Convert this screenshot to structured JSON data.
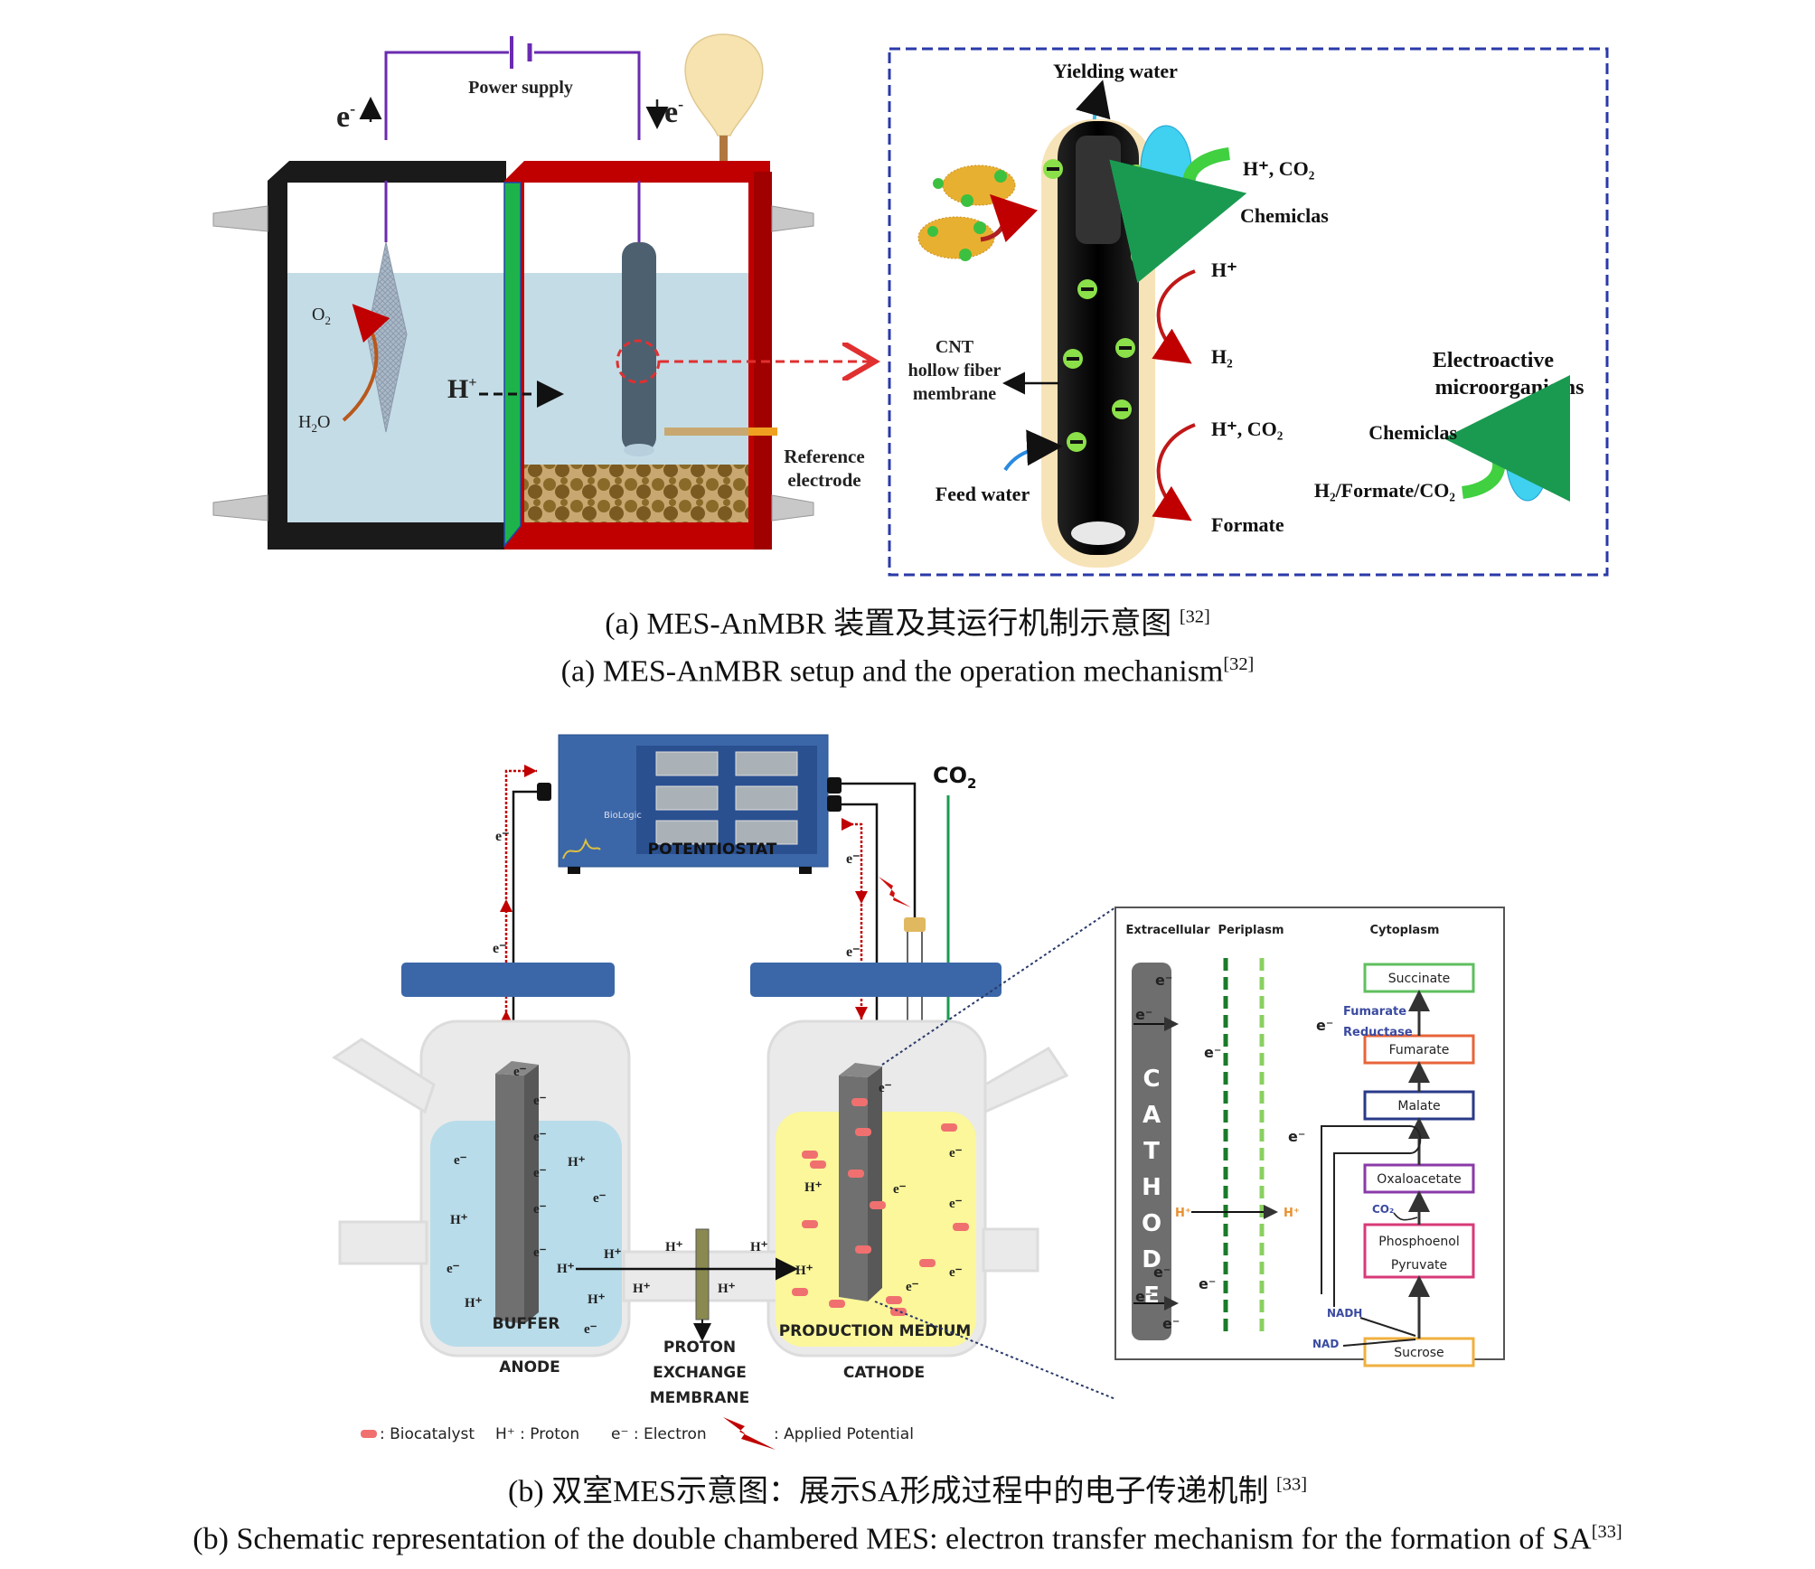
{
  "panel_a": {
    "setup": {
      "power_supply": "Power supply",
      "e_up": "e",
      "e_down": "e",
      "o2": "O",
      "o2_sub": "2",
      "h2o": "H",
      "h2o_sub": "2",
      "h2o_tail": "O",
      "h_plus": "H",
      "reference_electrode_1": "Reference",
      "reference_electrode_2": "electrode"
    },
    "mechanism": {
      "yielding_water": "Yielding water",
      "h_co2_top": "H⁺, CO₂",
      "chemiclas_top": "Chemiclas",
      "h_plus": "H⁺",
      "h2": "H₂",
      "cnt_1": "CNT",
      "cnt_2": "hollow fiber",
      "cnt_3": "membrane",
      "electroactive_1": "Electroactive",
      "electroactive_2": "microorganisms",
      "h_co2_bottom": "H⁺, CO₂",
      "chemiclas_bottom": "Chemiclas",
      "feed_water": "Feed water",
      "h2_formate_co2": "H₂/Formate/CO₂",
      "formate": "Formate"
    },
    "caption_zh": "(a) MES-AnMBR 装置及其运行机制示意图",
    "caption_zh_ref": "[32]",
    "caption_en": "(a) MES-AnMBR setup and the operation mechanism",
    "caption_en_ref": "[32]"
  },
  "panel_b": {
    "potentiostat": {
      "label": "POTENTIOSTAT",
      "brand": "BioLogic",
      "co2": "CO",
      "co2_sub": "2"
    },
    "electron": "e⁻",
    "proton": "H⁺",
    "anode": {
      "buffer": "BUFFER",
      "label": "ANODE"
    },
    "membrane": {
      "line1": "PROTON",
      "line2": "EXCHANGE",
      "line3": "MEMBRANE"
    },
    "cathode": {
      "medium": "PRODUCTION MEDIUM",
      "label": "CATHODE"
    },
    "legend": {
      "biocatalyst": ": Biocatalyst",
      "proton": "H⁺ : Proton",
      "electron": "e⁻ : Electron",
      "applied_potential": ": Applied Potential"
    },
    "inset": {
      "extracellular": "Extracellular",
      "periplasm": "Periplasm",
      "cytoplasm": "Cytoplasm",
      "cathode_letters": [
        "C",
        "A",
        "T",
        "H",
        "O",
        "D",
        "E"
      ],
      "fumarate_reductase_1": "Fumarate",
      "fumarate_reductase_2": "Reductase",
      "co2": "CO₂",
      "nadh": "NADH",
      "nad": "NAD",
      "h_prime": "H⁺",
      "pathway": [
        {
          "name": "Succinate",
          "color": "#5fbf5f"
        },
        {
          "name": "Fumarate",
          "color": "#e8643a"
        },
        {
          "name": "Malate",
          "color": "#2a3a8a"
        },
        {
          "name": "Oxaloacetate",
          "color": "#8a3aa8"
        },
        {
          "name": "Phosphoenol",
          "name2": "Pyruvate",
          "color": "#d83a78"
        },
        {
          "name": "Sucrose",
          "color": "#f0b040"
        }
      ]
    },
    "caption_zh": "(b) 双室MES示意图：展示SA形成过程中的电子传递机制",
    "caption_zh_ref": "[33]",
    "caption_en": "(b) Schematic representation of the double chambered MES: electron transfer mechanism for the formation of SA",
    "caption_en_ref": "[33]"
  },
  "colors": {
    "anode_frame": "#1a1a1a",
    "cathode_frame": "#c00000",
    "membrane_green": "#1db34a",
    "wire_purple": "#6a2bb0",
    "inset_border": "#2a3aa8",
    "potentiostat_blue": "#3b67a8",
    "buffer_blue": "#b8dcea",
    "medium_yellow": "#fbf79a"
  }
}
